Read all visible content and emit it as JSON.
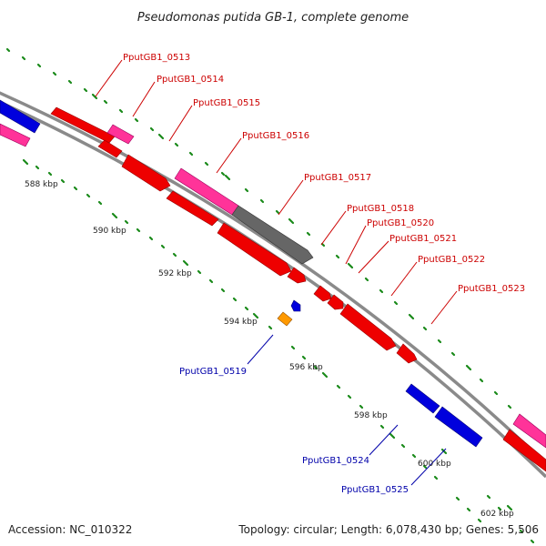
{
  "title": "Pseudomonas putida GB-1, complete genome",
  "footer": {
    "accession": "Accession: NC_010322",
    "summary": "Topology: circular; Length: 6,078,430 bp; Genes: 5,506"
  },
  "colors": {
    "backbone": "#8a8a8a",
    "tick": "#1a8a1a",
    "forward_label": "#cc0000",
    "reverse_label": "#0000aa",
    "red": "#ee0000",
    "pink": "#ff3399",
    "blue": "#0000dd",
    "gray": "#666666",
    "orange": "#ff9900"
  },
  "scale_labels": [
    "588 kbp",
    "590 kbp",
    "592 kbp",
    "594 kbp",
    "596 kbp",
    "598 kbp",
    "600 kbp",
    "602 kbp"
  ],
  "forward_genes": [
    {
      "label": "PputGB1_0513"
    },
    {
      "label": "PputGB1_0514"
    },
    {
      "label": "PputGB1_0515"
    },
    {
      "label": "PputGB1_0516"
    },
    {
      "label": "PputGB1_0517"
    },
    {
      "label": "PputGB1_0518"
    },
    {
      "label": "PputGB1_0520"
    },
    {
      "label": "PputGB1_0521"
    },
    {
      "label": "PputGB1_0522"
    },
    {
      "label": "PputGB1_0523"
    }
  ],
  "reverse_genes": [
    {
      "label": "PputGB1_0519"
    },
    {
      "label": "PputGB1_0524"
    },
    {
      "label": "PputGB1_0525"
    }
  ]
}
